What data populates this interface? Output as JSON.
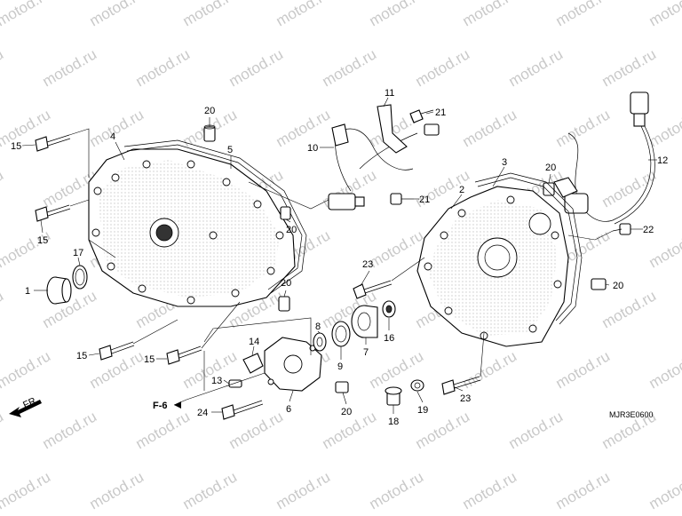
{
  "watermark": "motod.ru",
  "diagram_code": "MJR3E0600",
  "direction": {
    "label": "FR.",
    "icon": "arrow-left-icon"
  },
  "ref_label": "F-6",
  "callouts": [
    "1",
    "2",
    "3",
    "4",
    "5",
    "6",
    "7",
    "8",
    "9",
    "10",
    "11",
    "12",
    "13",
    "14",
    "15",
    "15",
    "15",
    "15",
    "16",
    "17",
    "18",
    "19",
    "20",
    "20",
    "20",
    "20",
    "20",
    "20",
    "21",
    "21",
    "22",
    "23",
    "23",
    "24"
  ],
  "colors": {
    "line": "#000000",
    "watermark": "#c9c9c9",
    "background": "#ffffff"
  }
}
